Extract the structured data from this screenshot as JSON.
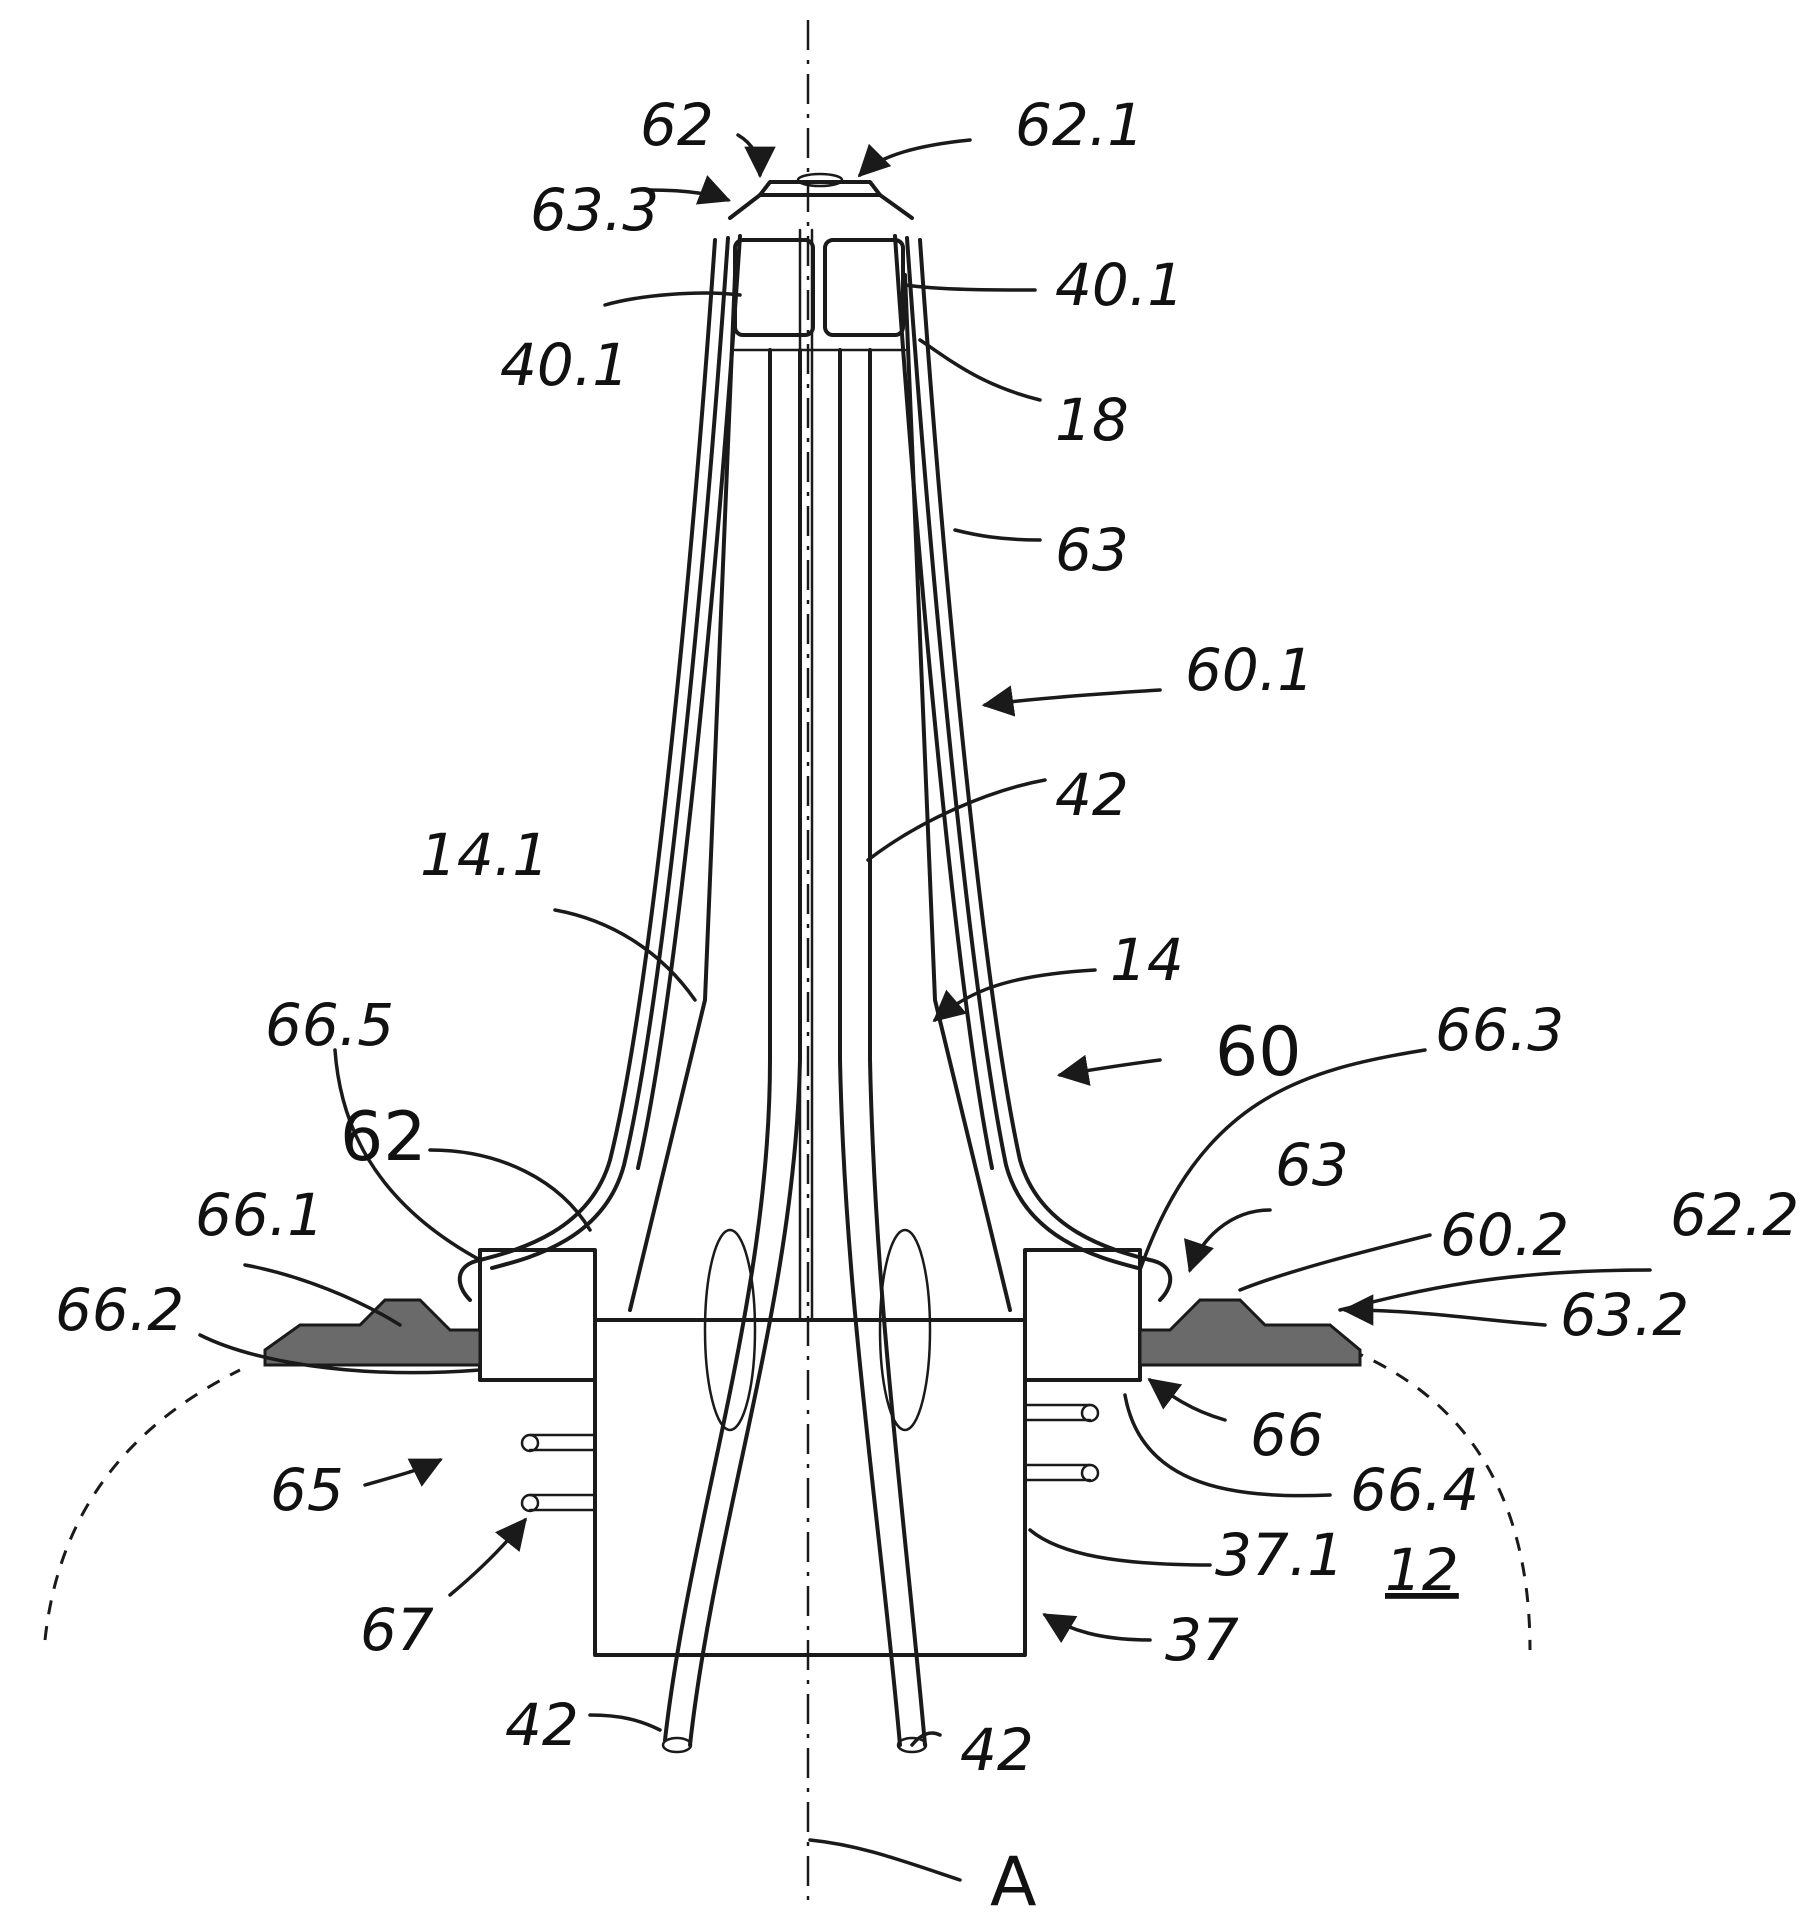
{
  "labels": {
    "l_62_top": "62",
    "l_62_1": "62.1",
    "l_63_3": "63.3",
    "l_40_1_left": "40.1",
    "l_40_1_right": "40.1",
    "l_18": "18",
    "l_63_top": "63",
    "l_60_1": "60.1",
    "l_42_mid": "42",
    "l_14_1": "14.1",
    "l_14": "14",
    "l_60": "60",
    "l_66_5": "66.5",
    "l_66_3": "66.3",
    "l_62_left": "62",
    "l_63_right": "63",
    "l_66_1": "66.1",
    "l_60_2": "60.2",
    "l_62_2": "62.2",
    "l_66_2": "66.2",
    "l_63_2": "63.2",
    "l_66": "66",
    "l_65": "65",
    "l_66_4": "66.4",
    "l_67": "67",
    "l_37_1": "37.1",
    "l_12": "12",
    "l_37": "37",
    "l_42_left": "42",
    "l_42_right": "42",
    "l_A": "A"
  }
}
